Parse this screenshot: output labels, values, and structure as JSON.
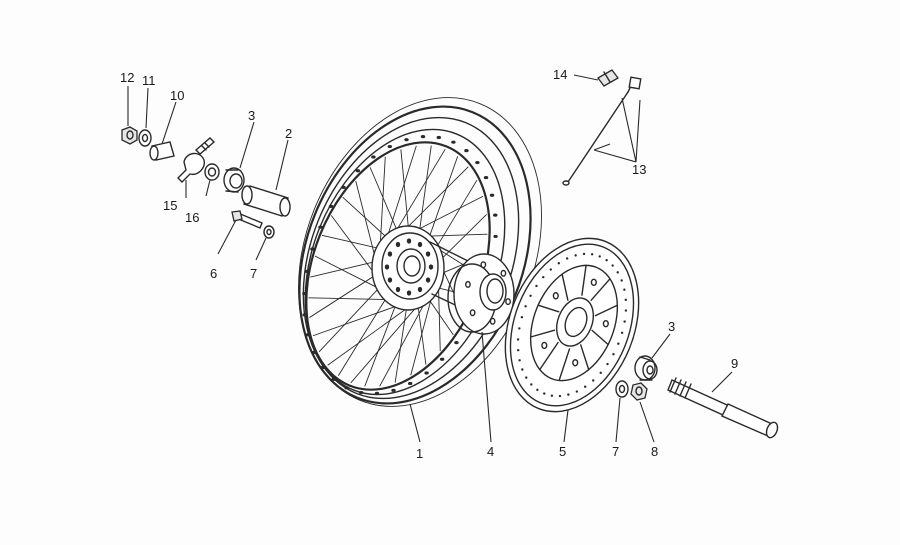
{
  "callouts": {
    "c1": "1",
    "c2": "2",
    "c3a": "3",
    "c3b": "3",
    "c4": "4",
    "c5": "5",
    "c6": "6",
    "c7a": "7",
    "c7b": "7",
    "c8": "8",
    "c9": "9",
    "c10": "10",
    "c11": "11",
    "c12": "12",
    "c13": "13",
    "c14": "14",
    "c15": "15",
    "c16": "16"
  }
}
